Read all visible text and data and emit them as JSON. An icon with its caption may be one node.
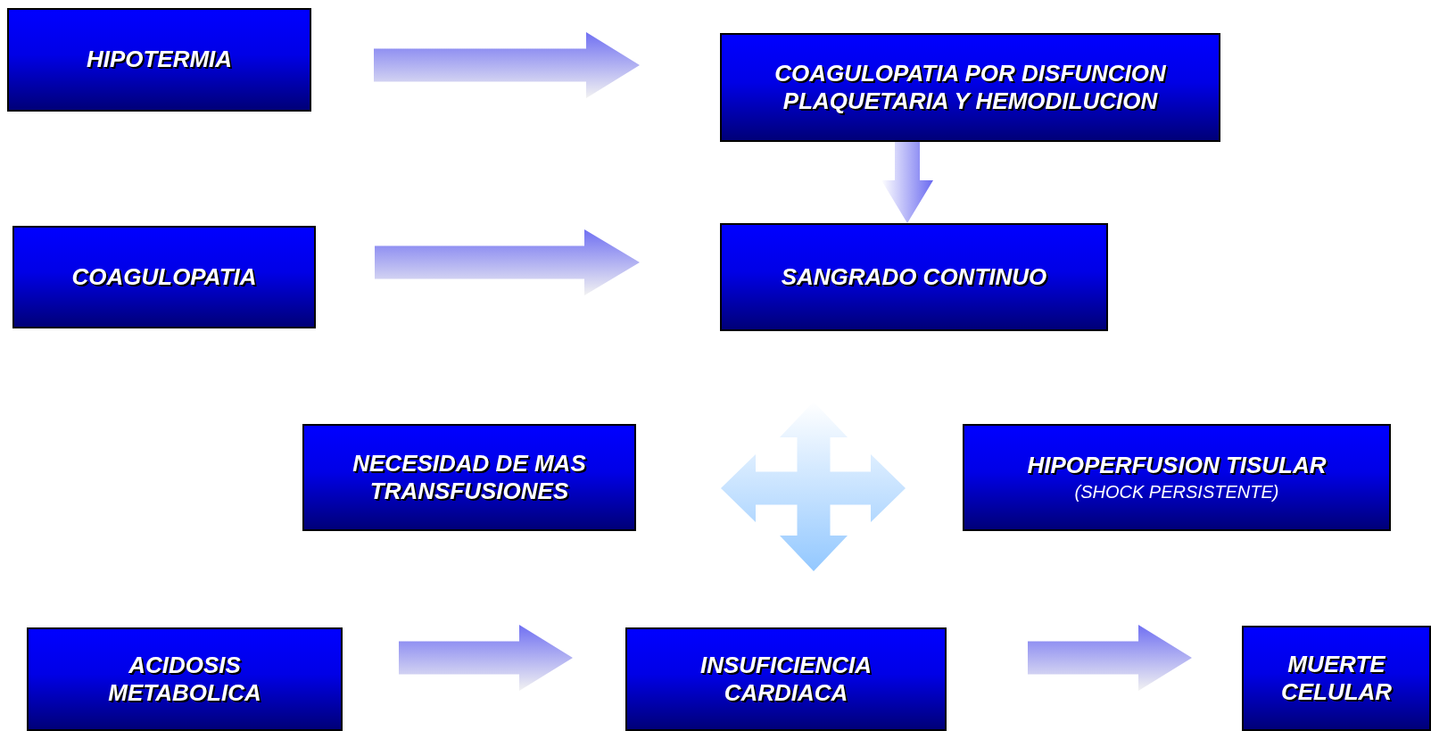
{
  "diagram": {
    "nodes": [
      {
        "text": [
          "HIPOTERMIA"
        ]
      },
      {
        "text": [
          "COAGULOPATIA POR DISFUNCION PLAQUETARIA Y HEMODILUCION"
        ]
      },
      {
        "text": [
          "COAGULOPATIA"
        ]
      },
      {
        "text": [
          "SANGRADO CONTINUO"
        ]
      },
      {
        "text": [
          "NECESIDAD DE MAS TRANSFUSIONES"
        ]
      },
      {
        "text": [
          "HIPOPERFUSION TISULAR",
          "(SHOCK PERSISTENTE)"
        ]
      },
      {
        "text": [
          "ACIDOSIS METABOLICA"
        ]
      },
      {
        "text": [
          "INSUFICIENCIA CARDIACA"
        ]
      },
      {
        "text": [
          "MUERTE CELULAR"
        ]
      }
    ],
    "edges": [
      {
        "from": 0,
        "to": 1,
        "arrow": "to"
      },
      {
        "from": 1,
        "to": 3,
        "arrow": "to"
      },
      {
        "from": 2,
        "to": 3,
        "arrow": "to"
      },
      {
        "from": 4,
        "to": 5,
        "arrow": "both"
      },
      {
        "from": 3,
        "to": 7,
        "arrow": "both"
      },
      {
        "from": 6,
        "to": 7,
        "arrow": "to"
      },
      {
        "from": 7,
        "to": 8,
        "arrow": "to"
      }
    ]
  }
}
